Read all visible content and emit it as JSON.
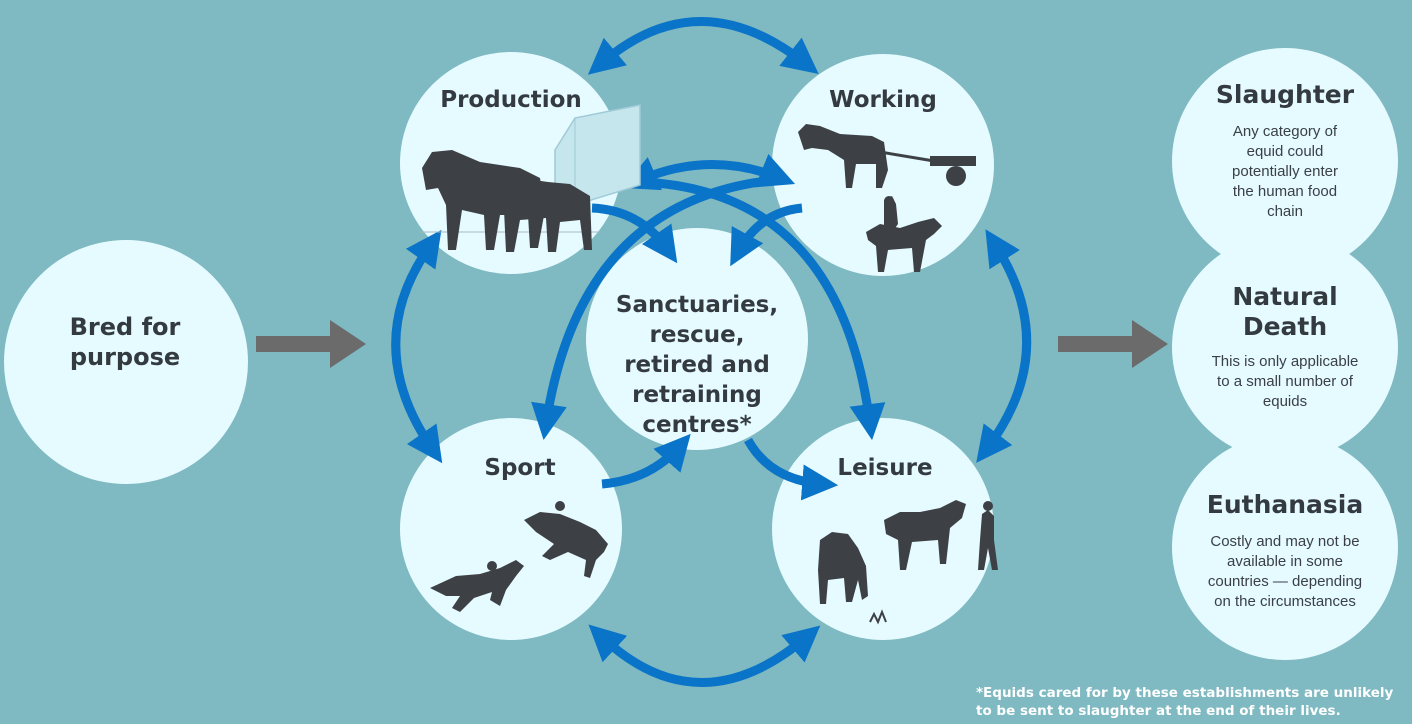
{
  "colors": {
    "background": "#7fb9c1",
    "circle_fill": "#e6fbff",
    "arrow_blue": "#0a74c8",
    "arrow_grey": "#6b6b6b",
    "silhouette": "#3d4145"
  },
  "nodes": {
    "bred": {
      "label": "Bred for purpose"
    },
    "production": {
      "label": "Production"
    },
    "working": {
      "label": "Working"
    },
    "center": {
      "label": "Sanctuaries, rescue, retired and retraining centres*"
    },
    "sport": {
      "label": "Sport"
    },
    "leisure": {
      "label": "Leisure"
    }
  },
  "outcomes": {
    "slaughter": {
      "title": "Slaughter",
      "desc": "Any category of equid could potentially enter the human food chain"
    },
    "natural_death": {
      "title": "Natural Death",
      "desc": "This is only applicable to a small number of equids"
    },
    "euthanasia": {
      "title": "Euthanasia",
      "desc": "Costly and may not be available in some countries — depending on the circumstances"
    }
  },
  "footnote": "*Equids cared for by these establishments are unlikely to be sent to slaughter at the end of their lives."
}
